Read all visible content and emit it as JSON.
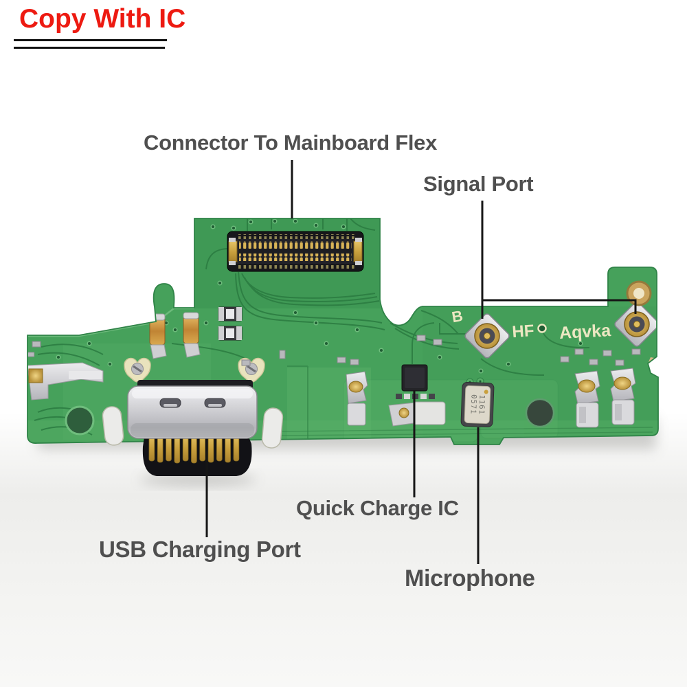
{
  "watermark": {
    "text": "Copy With IC"
  },
  "callouts": {
    "connector": "Connector To Mainboard Flex",
    "signal_port": "Signal Port",
    "quick_charge": "Quick Charge IC",
    "usb_port": "USB Charging Port",
    "microphone": "Microphone"
  },
  "board": {
    "silkscreen": {
      "marking_b": "B",
      "marking_hf": "HF",
      "brand": "Aqvka"
    },
    "microphone_marking": {
      "line1": "1161",
      "line2": "0571"
    }
  },
  "colors": {
    "watermark_red": "#ed1a11",
    "label_gray": "#4f4f4f",
    "leader_black": "#151515",
    "board_green": "#46a15b",
    "board_green_dark": "#3b9350",
    "trace_green": "#2b7b41",
    "silkscreen_cream": "#ece7c2",
    "gold": "#c9a03d",
    "silver": "#d7d7da",
    "background": "#ffffff"
  }
}
